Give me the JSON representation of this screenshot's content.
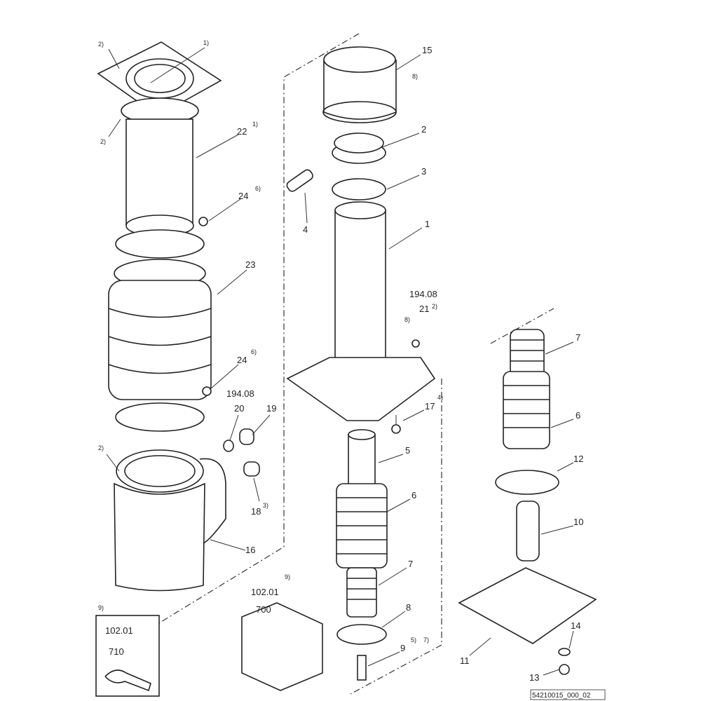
{
  "callouts": {
    "c2a": "2)",
    "c1a": "1)",
    "c2b": "2)",
    "c22": "22",
    "c22n": "1)",
    "c24a": "24",
    "c24an": "6)",
    "c23": "23",
    "c24b": "24",
    "c24bn": "6)",
    "c19408a": "194.08",
    "c20": "20",
    "c19": "19",
    "c2c": "2)",
    "c18": "18",
    "c18n": "3)",
    "c16": "16",
    "c15": "15",
    "c8a": "8)",
    "c2": "2",
    "c3": "3",
    "c4": "4",
    "c1": "1",
    "c19408b": "194.08",
    "c21": "21",
    "c21n": "2)",
    "c8b": "8)",
    "c17": "17",
    "c17n": "4)",
    "c5": "5",
    "c6a": "6",
    "c7a": "7",
    "c8": "8",
    "c9": "9",
    "c9n1": "5)",
    "c9n2": "7)",
    "c9a": "9)",
    "c10201a": "102.01",
    "c700": "700",
    "c9b": "9)",
    "c10201b": "102.01",
    "c710": "710",
    "c7b": "7",
    "c6b": "6",
    "c12": "12",
    "c10": "10",
    "c14": "14",
    "c13": "13",
    "c11": "11"
  },
  "drawing_ref": "54210015_000_02"
}
